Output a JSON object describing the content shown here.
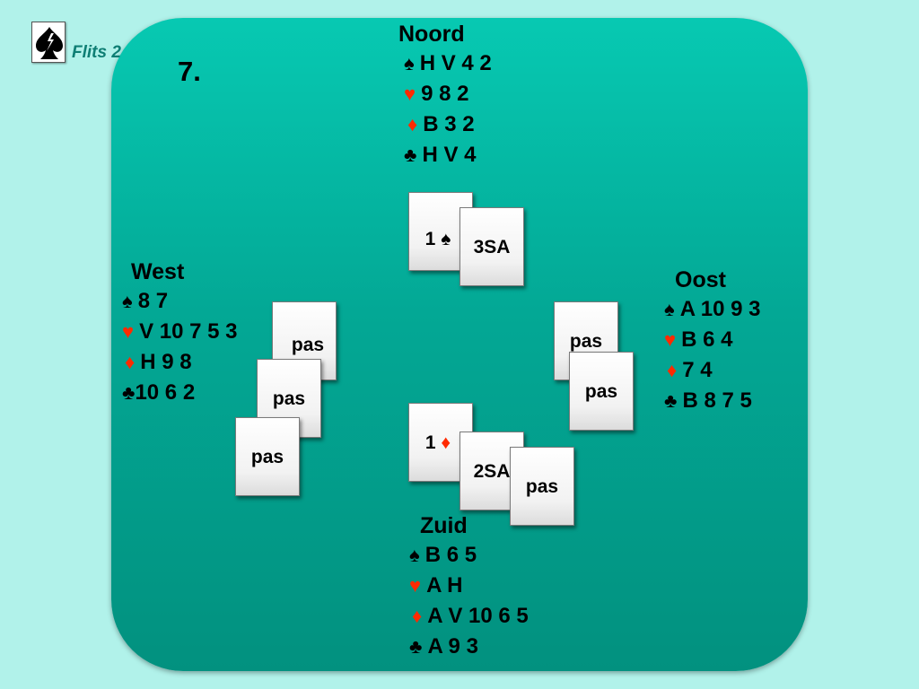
{
  "logo": {
    "text": "Flits 2"
  },
  "deal_number": "7.",
  "hands": {
    "north": {
      "name": "Noord",
      "spades": "H V 4 2",
      "hearts": "9 8 2",
      "diamonds": "B 3 2",
      "clubs": "H V 4"
    },
    "west": {
      "name": "West",
      "spades": "8 7",
      "hearts": "V 10 7 5 3",
      "diamonds": "H 9 8",
      "clubs": "10 6 2"
    },
    "east": {
      "name": "Oost",
      "spades": "A 10 9 3",
      "hearts": "B 6 4",
      "diamonds": "7 4",
      "clubs": "B 8 7 5"
    },
    "south": {
      "name": "Zuid",
      "spades": "B 6 5",
      "hearts": "A H",
      "diamonds": "A V 10 6 5",
      "clubs": "A 9 3"
    }
  },
  "suit_symbols": {
    "spades": "♠",
    "hearts": "♥",
    "diamonds": "♦",
    "clubs": "♣"
  },
  "bidding": {
    "north": [
      "1",
      "3SA"
    ],
    "north_first_suit": "♠",
    "east": [
      "pas",
      "pas"
    ],
    "south": [
      "1",
      "2SA",
      "pas"
    ],
    "south_first_suit": "♦",
    "west": [
      "pas",
      "pas",
      "pas"
    ]
  },
  "colors": {
    "background": "#b1f2ea",
    "felt": "#03a895",
    "red_suit": "#ff2a00",
    "logo_text": "#0e7e74"
  }
}
